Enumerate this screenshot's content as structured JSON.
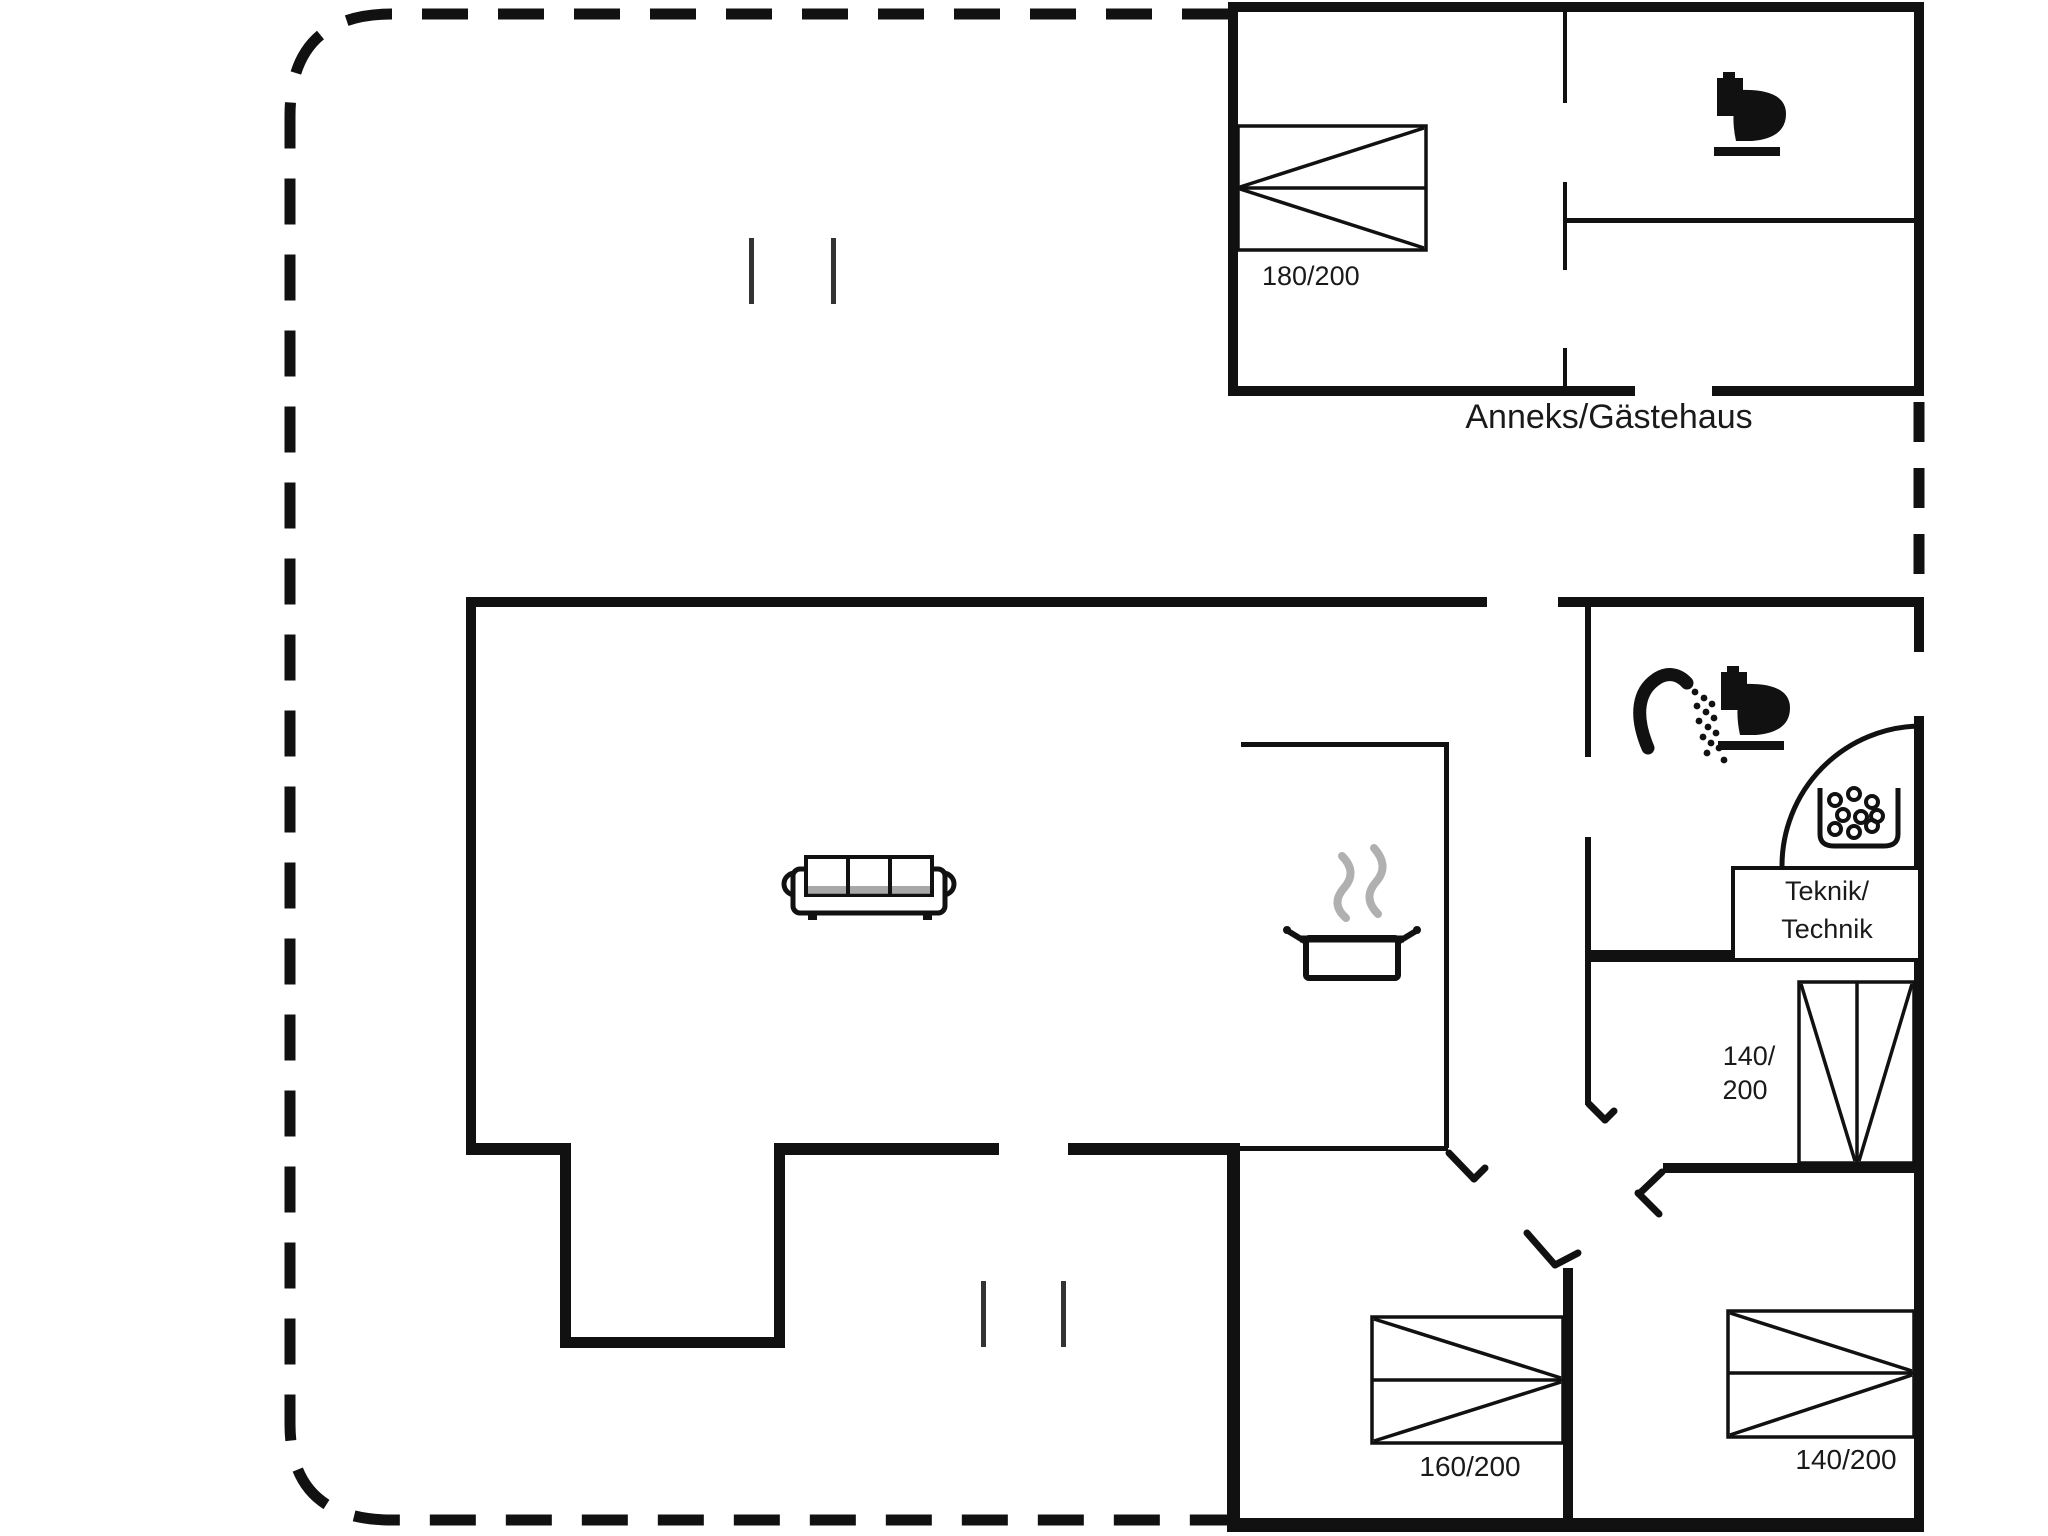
{
  "plan": {
    "annex": {
      "label": "Anneks/Gästehaus",
      "bed_label": "180/200"
    },
    "main_house": {
      "teknik_label_line1": "Teknik/",
      "teknik_label_line2": "Technik",
      "bed_left_label": "160/200",
      "bed_bottom_right_label": "140/200",
      "bed_top_right_label_line1": "140/",
      "bed_top_right_label_line2": "200"
    },
    "colors": {
      "wall": "#111111",
      "background": "#ffffff",
      "ink": "#1a1a1a",
      "steam": "#b0b0b0",
      "cushion_shadow": "#999999"
    }
  }
}
